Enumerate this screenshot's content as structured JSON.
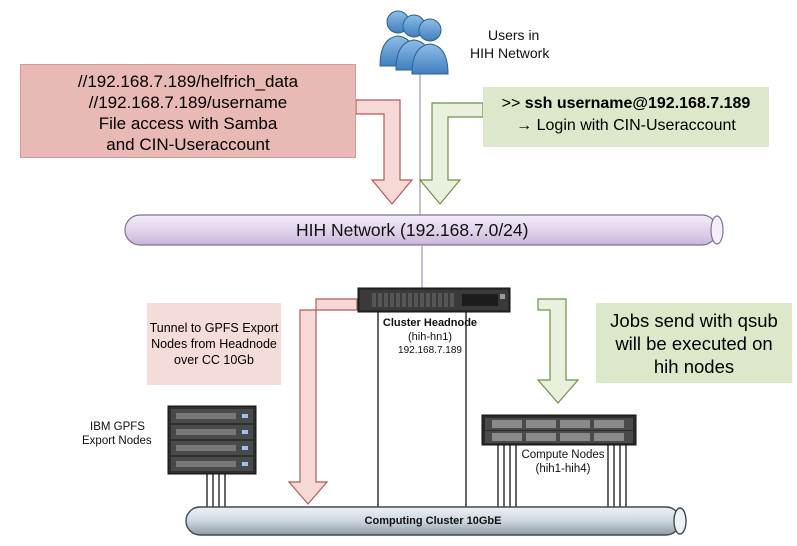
{
  "users": {
    "label_line1": "Users in",
    "label_line2": "HIH Network",
    "icon": "users-group-icon",
    "color": "#5b9bd5"
  },
  "samba_box": {
    "line1": "//192.168.7.189/helfrich_data",
    "line2": "//192.168.7.189/username",
    "line3": "File access with Samba",
    "line4": "and CIN-Useraccount",
    "color": "#e8b9b5"
  },
  "ssh_box": {
    "command_prefix": ">> ",
    "command": "ssh username@192.168.7.189",
    "arrow": "→",
    "login_text": " Login with CIN-Useraccount",
    "color": "#dce8c9"
  },
  "hih_network": {
    "label": "HIH Network (192.168.7.0/24)",
    "color": "#e6d9ef"
  },
  "headnode": {
    "title": "Cluster Headnode",
    "hostname": "(hih-hn1)",
    "ip": "192.168.7.189",
    "icon": "rack-server-icon"
  },
  "tunnel_box": {
    "line1": "Tunnel to GPFS Export",
    "line2": "Nodes from Headnode",
    "line3": "over CC 10Gb",
    "color": "#f4dcd9"
  },
  "jobs_box": {
    "line1": "Jobs send with qsub",
    "line2": "will be executed on",
    "line3": "hih nodes",
    "color": "#dce8c9"
  },
  "gpfs": {
    "label_line1": "IBM GPFS",
    "label_line2": "Export Nodes",
    "icon": "server-stack-icon"
  },
  "compute": {
    "label_line1": "Compute Nodes",
    "label_line2": "(hih1-hih4)",
    "icon": "rack-server-icon"
  },
  "cluster_network": {
    "label": "Computing Cluster 10GbE",
    "color": "#d0d8df"
  },
  "arrow_colors": {
    "red_fill": "#f6d8d6",
    "red_stroke": "#b05c56",
    "green_fill": "#e9f0dd",
    "green_stroke": "#6f8f45"
  }
}
